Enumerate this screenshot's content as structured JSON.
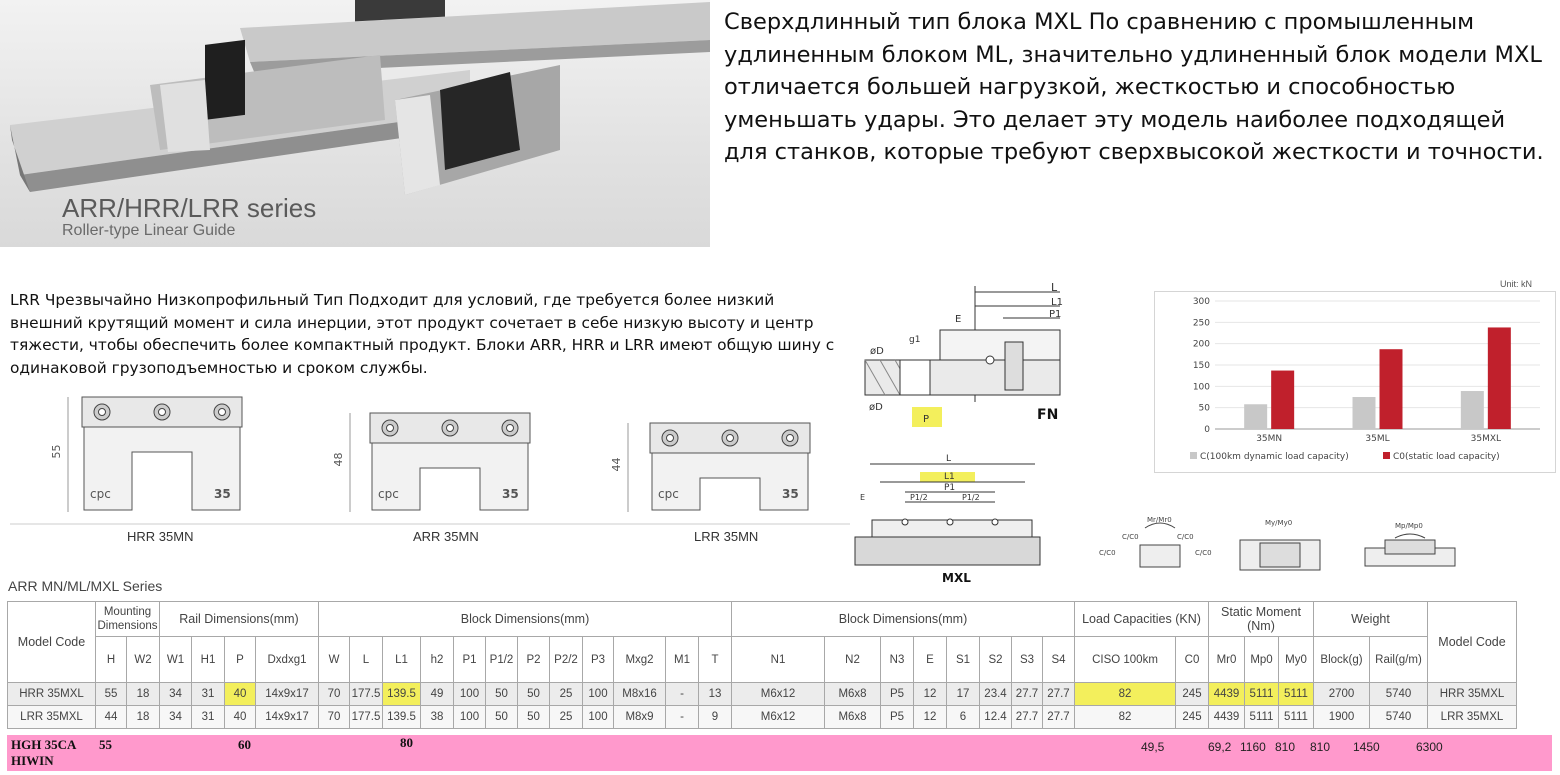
{
  "hero": {
    "title": "ARR/HRR/LRR series",
    "subtitle": "Roller-type Linear Guide"
  },
  "descriptions": {
    "mxl": "Сверхдлинный тип блока MXL По сравнению с промышленным удлиненным блоком ML, значительно удлиненный блок модели MXL отличается большей нагрузкой, жесткостью и способностью уменьшать удары. Это делает эту модель наиболее подходящей для станков, которые требуют сверхвысокой жесткости и точности.",
    "lrr": "LRR Чрезвычайно Низкопрофильный Тип Подходит для условий, где требуется более низкий внешний крутящий момент и сила инерции, этот продукт сочетает в себе низкую высоту и центр тяжести, чтобы обеспечить более компактный продукт. Блоки ARR, HRR и LRR имеют общую шину с одинаковой грузоподъемностью и сроком службы."
  },
  "blocks": [
    {
      "label": "HRR 35MN",
      "height": "55",
      "brand": "cpc",
      "size": "35"
    },
    {
      "label": "ARR 35MN",
      "height": "48",
      "brand": "cpc",
      "size": "35"
    },
    {
      "label": "LRR 35MN",
      "height": "44",
      "brand": "cpc",
      "size": "35"
    }
  ],
  "drawings": {
    "fn": {
      "label": "FN",
      "dims": [
        "L",
        "L1",
        "P1",
        "E",
        "g1",
        "øD",
        "øD",
        "P"
      ]
    },
    "mxl": {
      "label": "MXL",
      "dims": [
        "L",
        "L1",
        "P1",
        "P1/2",
        "P1/2",
        "E"
      ]
    },
    "moments": {
      "center": "Mr/Mr0",
      "left_top": "C/C0",
      "right_top": "C/C0",
      "left": "C/C0",
      "right": "C/C0",
      "side": "My/My0",
      "pitch": "Mp/Mp0"
    }
  },
  "chart_data": {
    "type": "bar",
    "unit": "Unit: kN",
    "categories": [
      "35MN",
      "35ML",
      "35MXL"
    ],
    "series": [
      {
        "name": "C(100km dynamic load capacity)",
        "color": "#c8c8c8",
        "values": [
          58,
          75,
          89
        ]
      },
      {
        "name": "C0(static load capacity)",
        "color": "#c0202c",
        "values": [
          137,
          187,
          238
        ]
      }
    ],
    "ylim": [
      0,
      300
    ],
    "yticks": [
      "0",
      "50",
      "100",
      "150",
      "200",
      "250",
      "300"
    ],
    "legend": "bottom"
  },
  "table": {
    "series_title": "ARR MN/ML/MXL Series",
    "groups": {
      "model_code": "Model Code",
      "mounting": "Mounting Dimensions",
      "rail": "Rail Dimensions(mm)",
      "block": "Block Dimensions(mm)",
      "block2": "Block Dimensions(mm)",
      "load": "Load Capacities (KN)",
      "moment": "Static Moment (Nm)",
      "weight": "Weight",
      "model_code_r": "Model Code"
    },
    "columns": [
      "H",
      "W2",
      "W1",
      "H1",
      "P",
      "Dxdxg1",
      "W",
      "L",
      "L1",
      "h2",
      "P1",
      "P1/2",
      "P2",
      "P2/2",
      "P3",
      "Mxg2",
      "M1",
      "T",
      "N1",
      "N2",
      "N3",
      "E",
      "S1",
      "S2",
      "S3",
      "S4",
      "CISO 100km",
      "C0",
      "Mr0",
      "Mp0",
      "My0",
      "Block(g)",
      "Rail(g/m)"
    ],
    "rows": [
      {
        "model": "HRR 35MXL",
        "cells": [
          "55",
          "18",
          "34",
          "31",
          "40",
          "14x9x17",
          "70",
          "177.5",
          "139.5",
          "49",
          "100",
          "50",
          "50",
          "25",
          "100",
          "M8x16",
          "-",
          "13",
          "M6x12",
          "M6x8",
          "P5",
          "12",
          "17",
          "23.4",
          "27.7",
          "27.7",
          "82",
          "245",
          "4439",
          "5111",
          "5111",
          "2700",
          "5740"
        ],
        "model_r": "HRR 35MXL"
      },
      {
        "model": "LRR 35MXL",
        "cells": [
          "44",
          "18",
          "34",
          "31",
          "40",
          "14x9x17",
          "70",
          "177.5",
          "139.5",
          "38",
          "100",
          "50",
          "50",
          "25",
          "100",
          "M8x9",
          "-",
          "9",
          "M6x12",
          "M6x8",
          "P5",
          "12",
          "6",
          "12.4",
          "27.7",
          "27.7",
          "82",
          "245",
          "4439",
          "5111",
          "5111",
          "1900",
          "5740"
        ],
        "model_r": "LRR 35MXL"
      }
    ],
    "hiwin": {
      "model_line1": "HGH 35CA",
      "model_line2": "HIWIN",
      "H": "55",
      "P": "60",
      "L1": "80",
      "C": "49,5",
      "C0": "69,2",
      "Mr0": "1160",
      "Mp0": "810",
      "My0": "810",
      "block_g": "1450",
      "rail_gm": "6300"
    }
  }
}
